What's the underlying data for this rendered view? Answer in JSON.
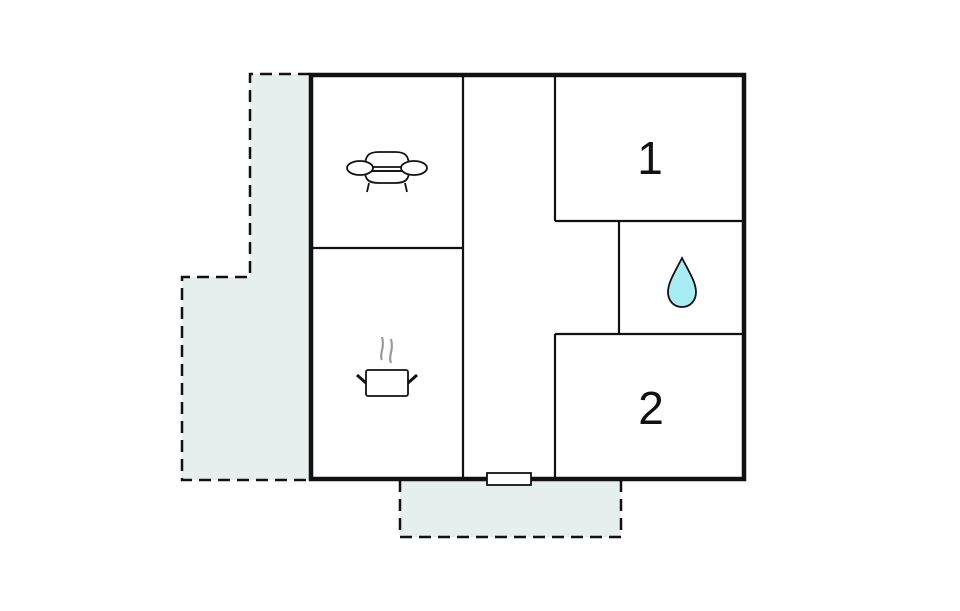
{
  "diagram": {
    "type": "floor-plan",
    "colors": {
      "wall": "#111111",
      "terrace_fill": "#e6eeee",
      "water_drop": "#a8ecf4",
      "steam": "#9a9a9a",
      "background": "#ffffff"
    },
    "rooms": [
      {
        "id": "living-room",
        "icon": "sofa-icon",
        "label": ""
      },
      {
        "id": "kitchen",
        "icon": "cooking-pot-icon",
        "label": ""
      },
      {
        "id": "hallway",
        "icon": "",
        "label": ""
      },
      {
        "id": "bedroom-1",
        "icon": "",
        "label": "1"
      },
      {
        "id": "bathroom",
        "icon": "water-drop-icon",
        "label": ""
      },
      {
        "id": "bedroom-2",
        "icon": "",
        "label": "2"
      }
    ],
    "outdoor_areas": [
      {
        "id": "terrace-left",
        "style": "dashed"
      },
      {
        "id": "terrace-front",
        "style": "dashed"
      }
    ],
    "entrance": {
      "id": "front-door",
      "position": "bottom-wall"
    }
  }
}
